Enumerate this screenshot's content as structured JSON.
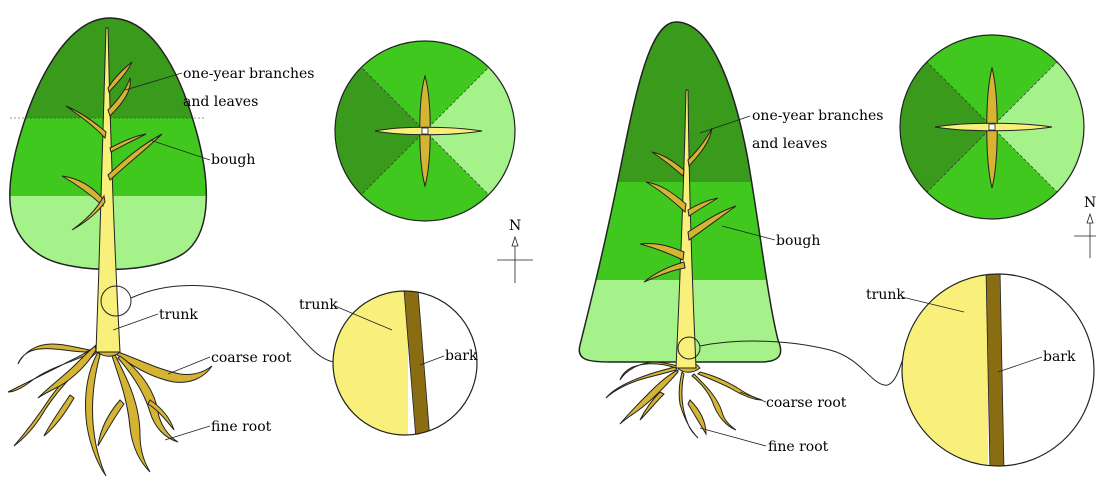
{
  "colors": {
    "crown_top": "#3a9a1c",
    "crown_mid": "#41c81f",
    "crown_low": "#a6f28a",
    "trunk": "#f8f07a",
    "root": "#d4b432",
    "bark": "#8a6c12",
    "outline": "#222222"
  },
  "left_tree": {
    "label_branches_line1": "one-year branches",
    "label_branches_line2": "and leaves",
    "label_bough": "bough",
    "label_trunk": "trunk",
    "label_coarse_root": "coarse root",
    "label_fine_root": "fine root",
    "zoom_label_trunk": "trunk",
    "zoom_label_bark": "bark",
    "north": "N"
  },
  "right_tree": {
    "label_branches_line1": "one-year branches",
    "label_branches_line2": "and leaves",
    "label_bough": "bough",
    "label_coarse_root": "coarse root",
    "label_fine_root": "fine root",
    "zoom_label_trunk": "trunk",
    "zoom_label_bark": "bark",
    "north": "N"
  }
}
